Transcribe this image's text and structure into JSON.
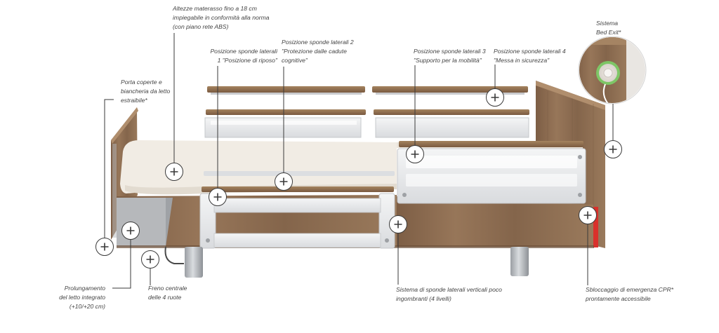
{
  "labels": {
    "mattress_height": "Altezze materasso fino a 18 cm\nimpiegabile in conformità alla norma\n(con piano rete ABS)",
    "rail_position_1": "Posizione sponde laterali\n1 \"Posizione di riposo\"",
    "rail_position_2": "Posizione sponde laterali 2\n\"Protezione dalle cadute\ncognitive\"",
    "rail_position_3": "Posizione sponde laterali 3\n\"Supporto per la mobilità\"",
    "rail_position_4": "Posizione sponde laterali 4\n\"Messa in sicurezza\"",
    "bed_exit": "Sistema\nBed Exit*",
    "cover_holder": "Porta coperte e\nbiancheria da letto\nestraibile*",
    "bed_extension": "Prolungamento\ndel letto integrato\n(+10/+20 cm)",
    "central_brake": "Freno centrale\ndelle 4 ruote",
    "vertical_rails": "Sistema di sponde laterali verticali poco\ningombranti (4 livelli)",
    "cpr_release": "Sbloccaggio di emergenza CPR*\nprontamente accessibile"
  },
  "icons": {
    "hotspot": "plus-icon",
    "bed_exit_button": "bed-exit-sensor-icon"
  },
  "colors": {
    "wood": "#8a6a4f",
    "wood_dark": "#6b4f38",
    "mattress": "#f1ece4",
    "rail_frame": "#e6e7e9",
    "line": "#3a3a3a",
    "sensor_green": "#7bd66a",
    "cpr_red": "#d9302b"
  }
}
